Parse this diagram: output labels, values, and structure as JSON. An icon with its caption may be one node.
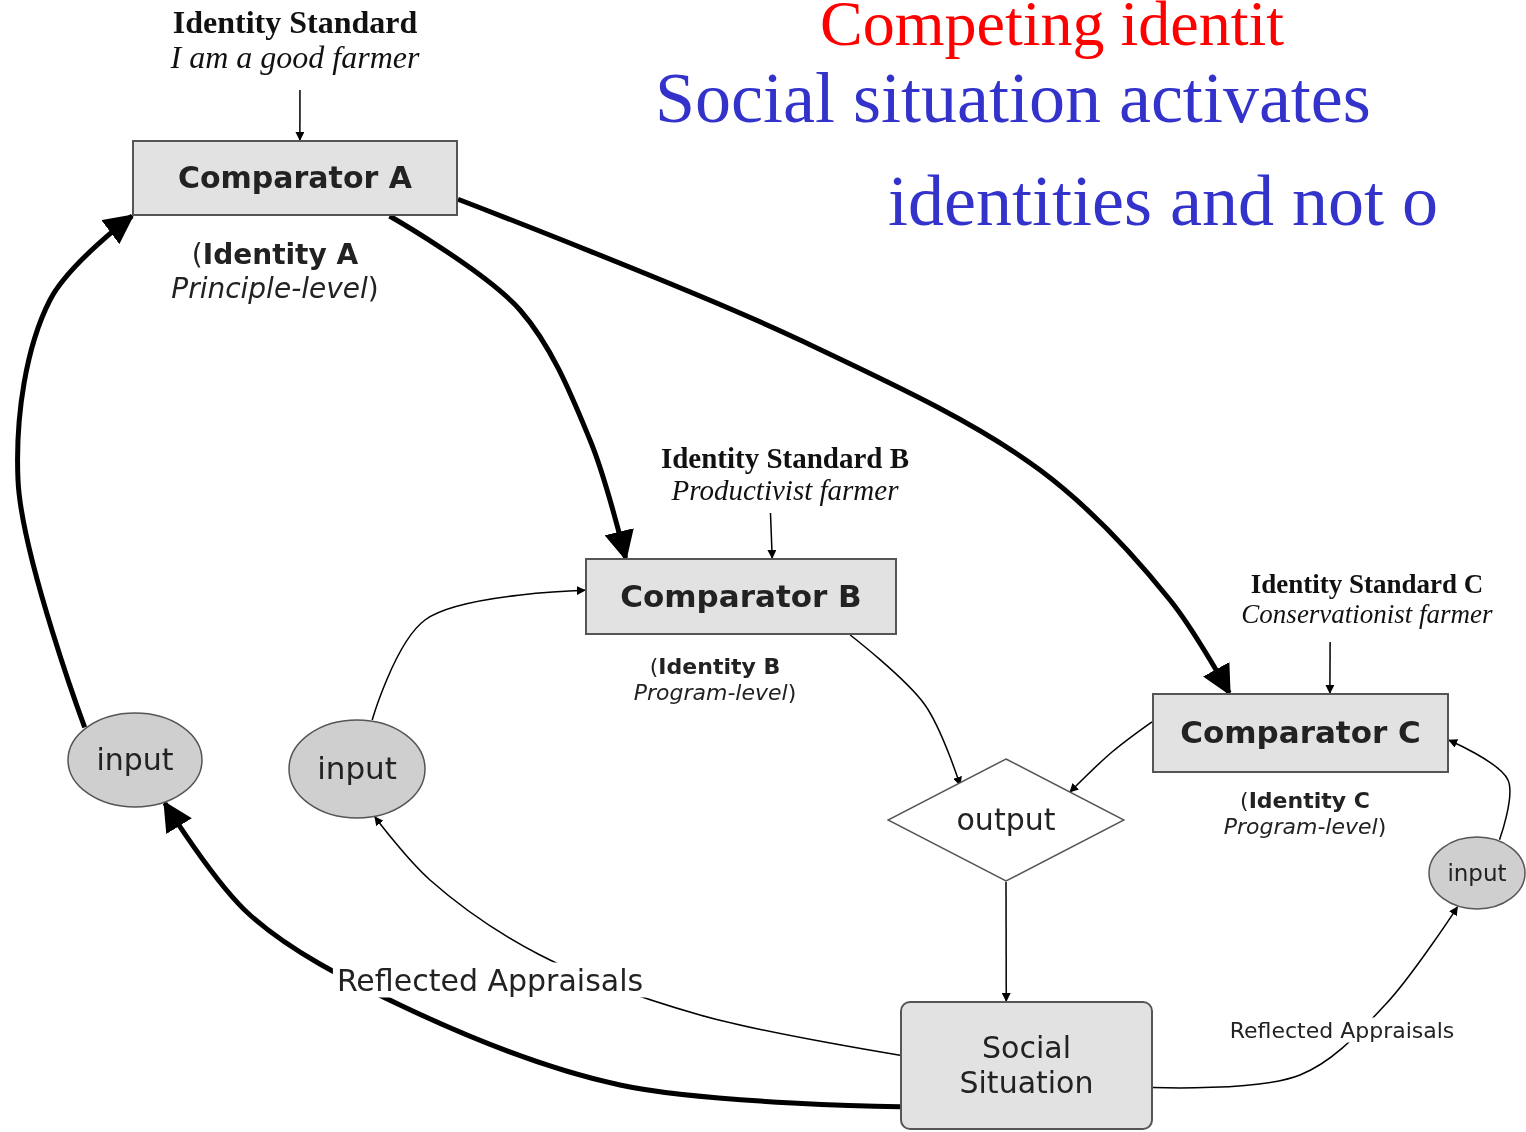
{
  "diagram": {
    "title": "Competing identit",
    "nodes": [
      {
        "text": [
          "Identity Standard",
          "I am a good farmer"
        ]
      },
      {
        "text": [
          "Comparator A"
        ],
        "beside": [
          "(**Identity A** *Principle-level*)"
        ]
      },
      {
        "text": [
          "Identity Standard B",
          "Productivist farmer"
        ]
      },
      {
        "text": [
          "Comparator B"
        ],
        "beside": [
          "(**Identity B** *Program-level*)"
        ]
      },
      {
        "text": [
          "Identity Standard C",
          "Conservationist farmer"
        ]
      },
      {
        "text": [
          "Comparator C"
        ],
        "beside": [
          "(**Identity C** *Program-level*)"
        ]
      },
      {
        "text": [
          "input"
        ]
      },
      {
        "text": [
          "input"
        ]
      },
      {
        "text": [
          "output"
        ]
      },
      {
        "text": [
          "input"
        ]
      },
      {
        "text": [
          "Social Situation"
        ]
      }
    ],
    "edges": [
      {
        "from": 0,
        "to": 1,
        "arrow": "to"
      },
      {
        "from": 2,
        "to": 3,
        "arrow": "to"
      },
      {
        "from": 4,
        "to": 5,
        "arrow": "to"
      },
      {
        "from": 1,
        "to": 3,
        "arrow": "to",
        "style": "thick"
      },
      {
        "from": 1,
        "to": 5,
        "arrow": "to",
        "style": "thick"
      },
      {
        "from": 6,
        "to": 1,
        "arrow": "to",
        "style": "thick"
      },
      {
        "from": 7,
        "to": 3,
        "arrow": "to"
      },
      {
        "from": 3,
        "to": 8,
        "arrow": "to"
      },
      {
        "from": 5,
        "to": 8,
        "arrow": "to"
      },
      {
        "from": 8,
        "to": 10,
        "arrow": "to"
      },
      {
        "from": 10,
        "to": 6,
        "arrow": "to",
        "style": "thick",
        "label": "Reflected Appraisals"
      },
      {
        "from": 10,
        "to": 7,
        "arrow": "to"
      },
      {
        "from": 10,
        "to": 9,
        "arrow": "to",
        "label": "Reflected Appraisals"
      },
      {
        "from": 9,
        "to": 5,
        "arrow": "to"
      }
    ],
    "labels": [
      "Social situation activates",
      "identities and not o"
    ]
  }
}
